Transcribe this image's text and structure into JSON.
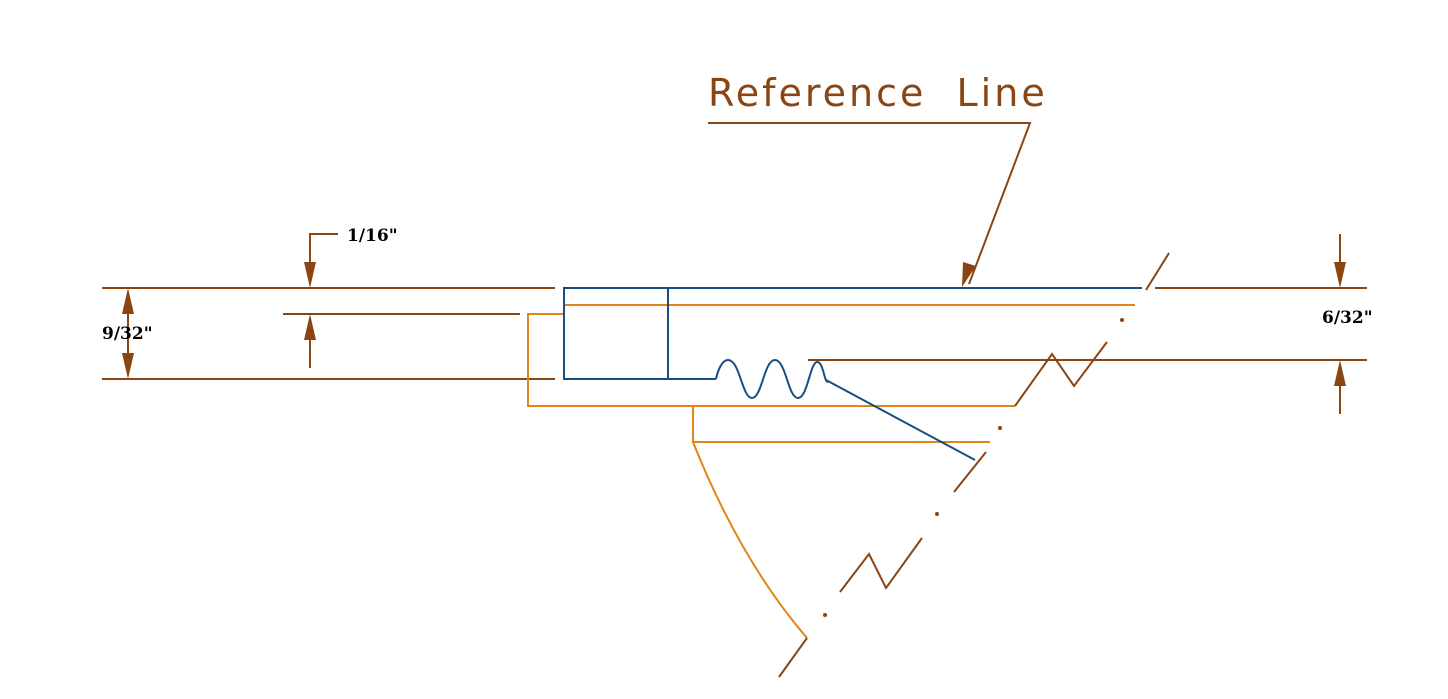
{
  "labels": {
    "reference_line": "Reference  Line",
    "dim_top": "1/16\"",
    "dim_left": "9/32\"",
    "dim_right": "6/32\""
  },
  "colors": {
    "dimension": "#8B4513",
    "arrow": "#8B4513",
    "outline": "#E0851A",
    "part": "#1A4E80",
    "label": "#8B4513",
    "background": "#FFFFFF"
  }
}
